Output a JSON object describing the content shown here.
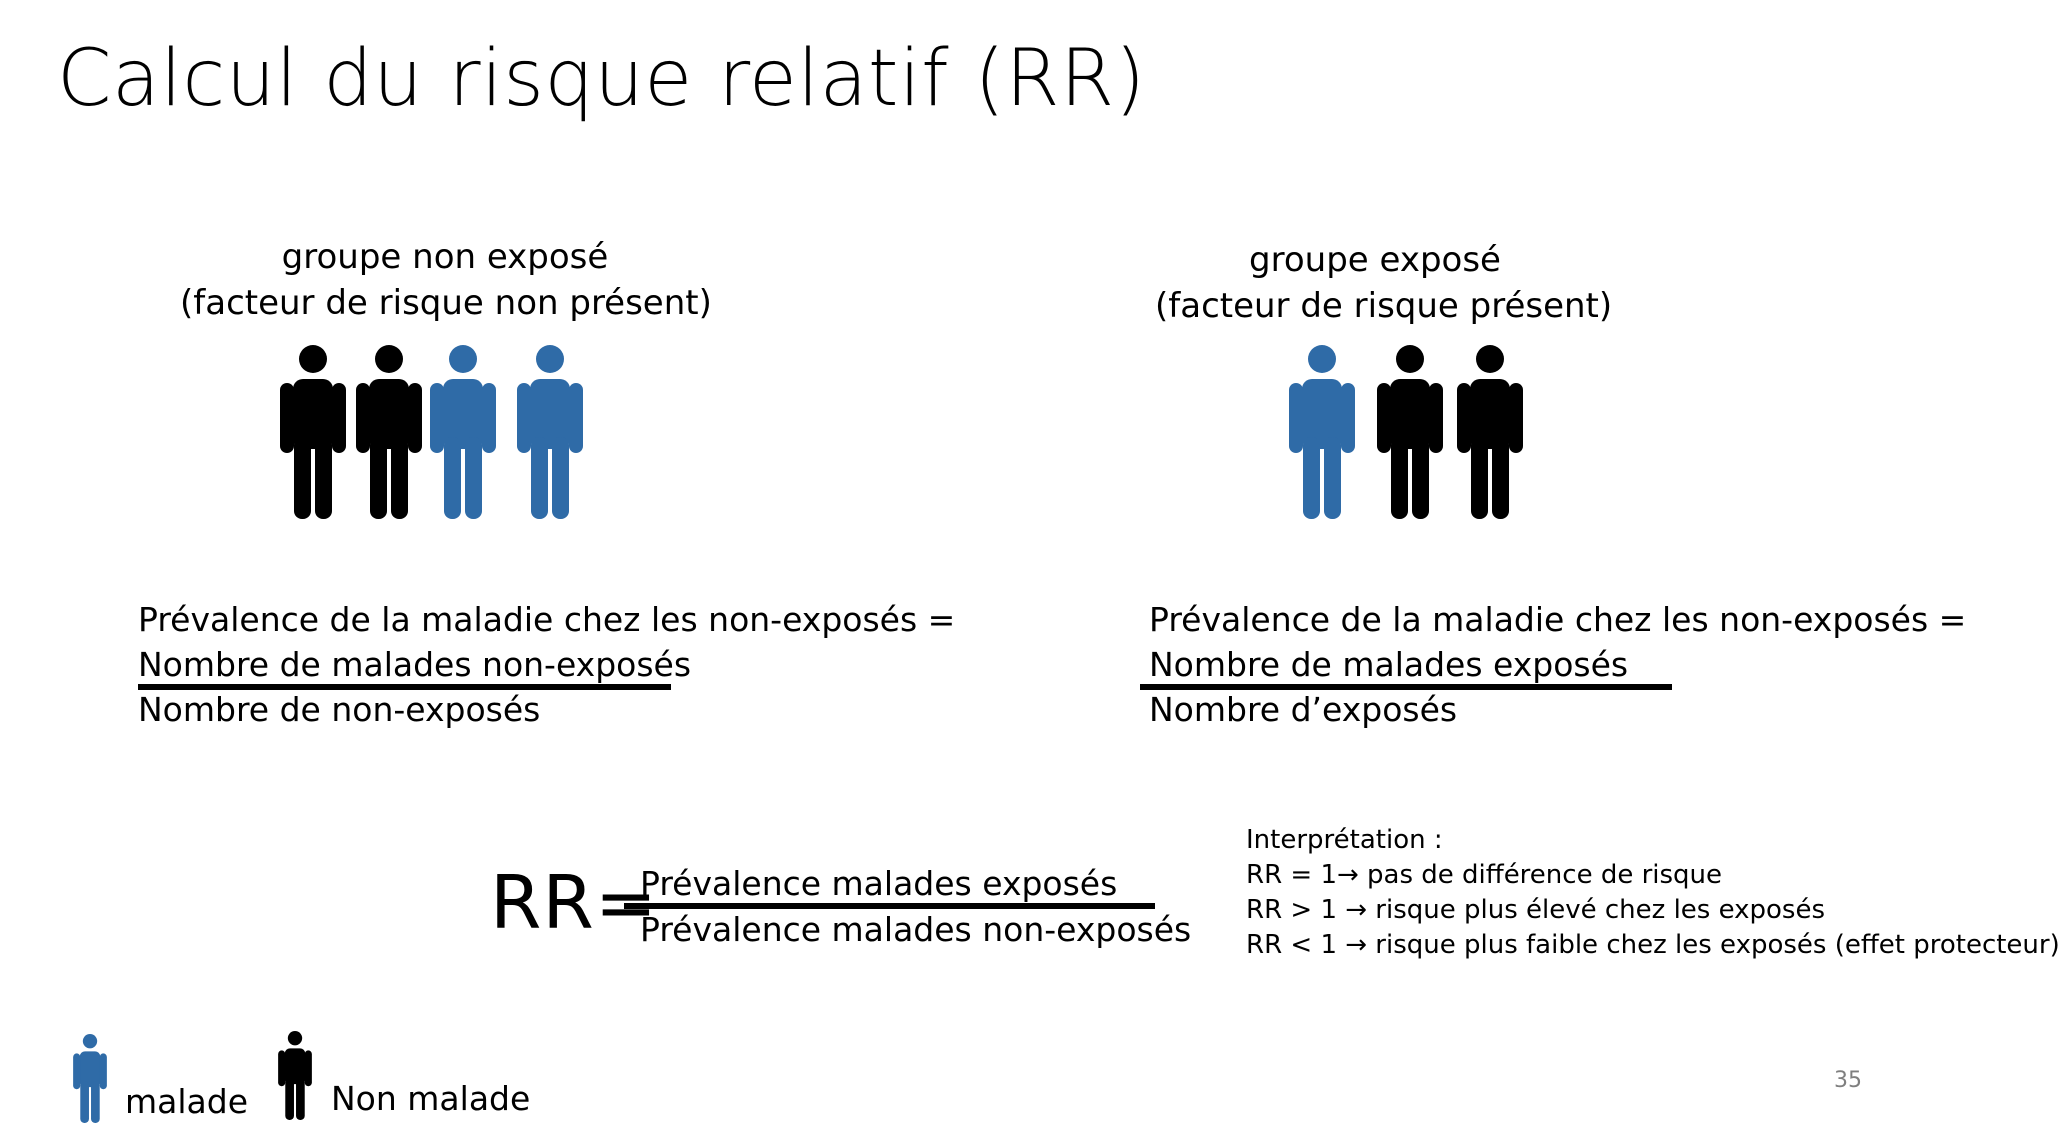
{
  "title": "Calcul du risque relatif (RR)",
  "colors": {
    "malade": "#2f6ba7",
    "non_malade": "#000000",
    "page_number": "#7f7f7f"
  },
  "icons": {
    "person": "person-icon"
  },
  "groups": {
    "left": {
      "label_line1": "groupe non exposé",
      "label_line2": "(facteur de risque non présent)",
      "people": [
        "non_malade",
        "non_malade",
        "malade",
        "malade"
      ],
      "prevalence_line": "Prévalence de la maladie chez les non-exposés =",
      "numerator": "Nombre de malades non-exposés",
      "denominator": "Nombre de non-exposés"
    },
    "right": {
      "label_line1": "groupe exposé",
      "label_line2": "(facteur de risque présent)",
      "people": [
        "malade",
        "non_malade",
        "non_malade"
      ],
      "prevalence_line": "Prévalence de la maladie chez les non-exposés =",
      "numerator": "Nombre de malades exposés",
      "denominator": "Nombre d’exposés"
    }
  },
  "rr_formula": {
    "symbol": "RR=",
    "numerator": "Prévalence malades exposés",
    "denominator": "Prévalence malades non-exposés"
  },
  "interpretation": {
    "heading": "Interprétation :",
    "lines": [
      "RR = 1→ pas de différence de risque",
      "RR > 1 → risque plus élevé chez les exposés",
      "RR < 1 → risque plus faible chez les exposés (effet protecteur)"
    ]
  },
  "legend": {
    "malade": "malade",
    "non_malade": "Non malade"
  },
  "page_number": "35"
}
